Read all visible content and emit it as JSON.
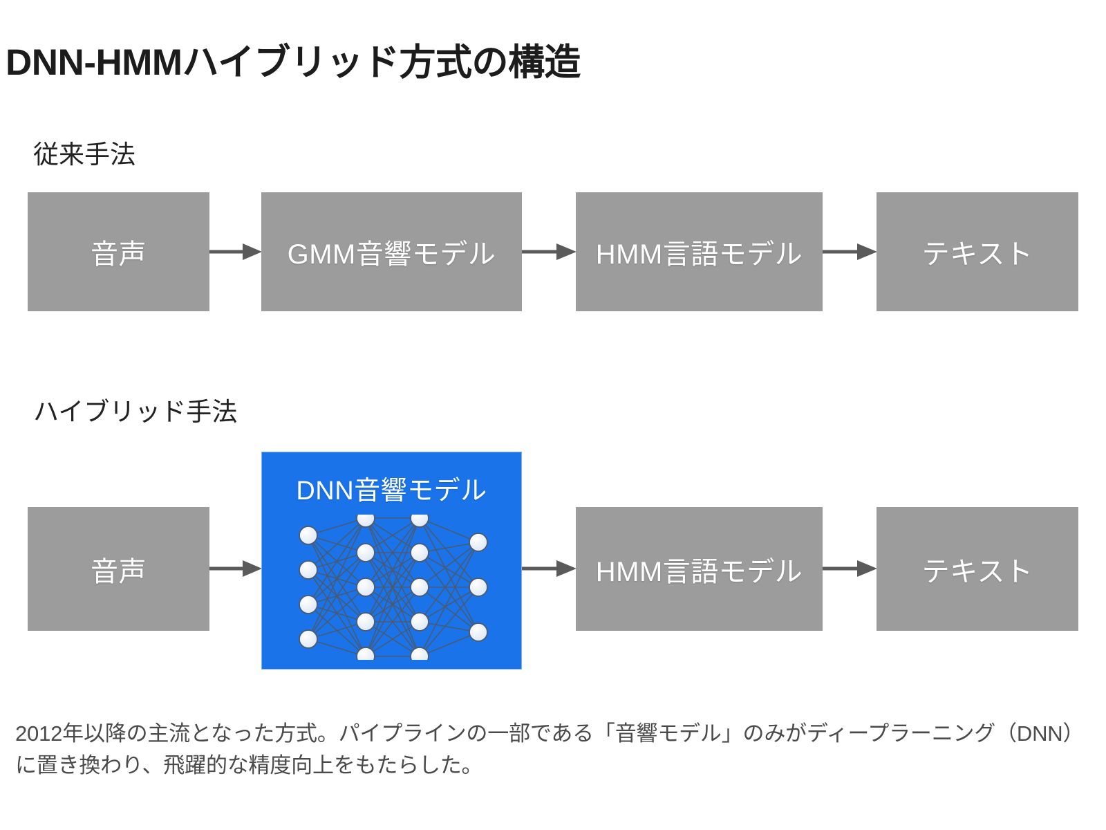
{
  "slide": {
    "title": "DNN-HMMハイブリッド方式の構造",
    "background": "#ffffff"
  },
  "colors": {
    "box_gray": "#9c9c9c",
    "highlight_blue": "#1a73e8",
    "arrow_gray": "#5a5a5a",
    "node_fill": "#dce7f5",
    "text_white": "#ffffff",
    "caption_gray": "#4a4a4a"
  },
  "sections": [
    {
      "id": "conventional",
      "label": "従来手法",
      "boxes": [
        {
          "id": "audio-1",
          "label": "音声",
          "style": "gray"
        },
        {
          "id": "gmm",
          "label": "GMM音響モデル",
          "style": "gray"
        },
        {
          "id": "hmm-1",
          "label": "HMM言語モデル",
          "style": "gray"
        },
        {
          "id": "text-1",
          "label": "テキスト",
          "style": "gray"
        }
      ],
      "arrows": 3
    },
    {
      "id": "hybrid",
      "label": "ハイブリッド手法",
      "boxes": [
        {
          "id": "audio-2",
          "label": "音声",
          "style": "gray"
        },
        {
          "id": "dnn",
          "label": "DNN音響モデル",
          "style": "blue"
        },
        {
          "id": "hmm-2",
          "label": "HMM言語モデル",
          "style": "gray"
        },
        {
          "id": "text-2",
          "label": "テキスト",
          "style": "gray"
        }
      ],
      "arrows": 3
    }
  ],
  "neural_network": {
    "layers": [
      4,
      5,
      5,
      3
    ],
    "node_fill": "#dce7f5",
    "node_stroke": "#4a5a70",
    "edge_color": "#4a5a70"
  },
  "caption": {
    "text": "2012年以降の主流となった方式。パイプラインの一部である「音響モデル」のみがディープラーニング（DNN）に置き換わり、飛躍的な精度向上をもたらした。"
  }
}
